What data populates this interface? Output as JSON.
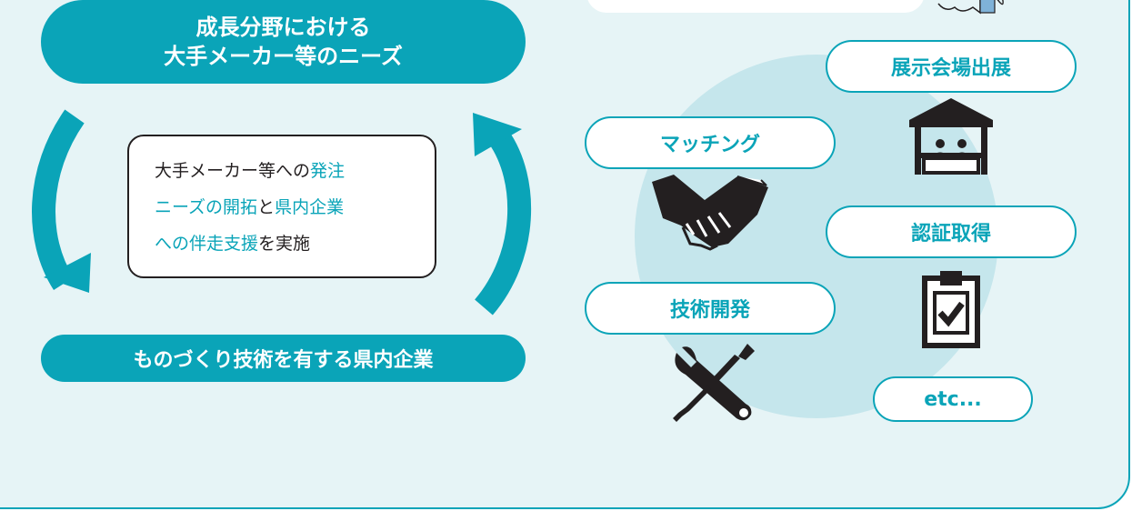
{
  "left": {
    "top_pill": {
      "line1": "成長分野における",
      "line2": "大手メーカー等のニーズ"
    },
    "bottom_pill": "ものづくり技術を有する県内企業",
    "center_box": {
      "l1a": "大手メーカー等への",
      "l1b": "発注",
      "l2a": "ニーズの開拓",
      "l2b": "と",
      "l2c": "県内企業",
      "l3a": "への伴走支援",
      "l3b": "を実施"
    }
  },
  "right": {
    "items": [
      {
        "label": "展示会場出展",
        "icon": "exhibition-booth-icon"
      },
      {
        "label": "マッチング",
        "icon": "handshake-icon"
      },
      {
        "label": "認証取得",
        "icon": "clipboard-check-icon"
      },
      {
        "label": "技術開発",
        "icon": "wrench-screwdriver-icon"
      },
      {
        "label": "etc..."
      }
    ]
  },
  "colors": {
    "accent": "#0aa4b8",
    "panel": "#e6f4f6",
    "circle": "#c5e6ec",
    "ink": "#231f20"
  }
}
